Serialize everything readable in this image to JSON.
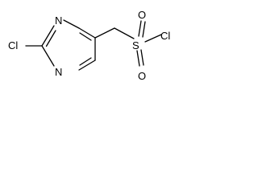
{
  "molecule": {
    "atoms": {
      "cl_ring": "Cl",
      "n_top": "N",
      "n_bottom": "N",
      "sulfur": "S",
      "oxygen_top": "O",
      "oxygen_bottom": "O",
      "cl_sulfonyl": "Cl"
    }
  }
}
